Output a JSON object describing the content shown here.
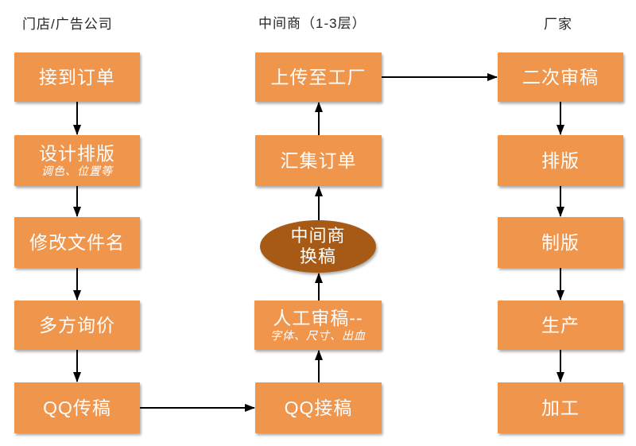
{
  "diagram": {
    "title_semantic": "print-order-workflow-flowchart",
    "colors": {
      "box_fill": "#F0954C",
      "ellipse_fill": "#A75A15",
      "node_text": "#FFFFFF",
      "header_text": "#262626",
      "arrow": "#000000",
      "background": "#FFFFFF"
    },
    "columns": [
      {
        "header": "门店/广告公司",
        "nodes": [
          {
            "label": "接到订单"
          },
          {
            "label": "设计排版",
            "sublabel": "调色、位置等"
          },
          {
            "label": "修改文件名"
          },
          {
            "label": "多方询价"
          },
          {
            "label": "QQ传稿"
          }
        ]
      },
      {
        "header": "中间商（1-3层）",
        "nodes": [
          {
            "label": "上传至工厂"
          },
          {
            "label": "汇集订单"
          },
          {
            "label": "中间商",
            "label2": "换稿",
            "shape": "ellipse"
          },
          {
            "label": "人工审稿--",
            "sublabel": "字体、尺寸、出血"
          },
          {
            "label": "QQ接稿"
          }
        ]
      },
      {
        "header": "厂家",
        "nodes": [
          {
            "label": "二次审稿"
          },
          {
            "label": "排版"
          },
          {
            "label": "制版"
          },
          {
            "label": "生产"
          },
          {
            "label": "加工"
          }
        ]
      }
    ],
    "flow_edges": [
      "接到订单→设计排版",
      "设计排版→修改文件名",
      "修改文件名→多方询价",
      "多方询价→QQ传稿",
      "QQ传稿→QQ接稿",
      "QQ接稿→人工审稿--",
      "人工审稿--→中间商换稿",
      "中间商换稿→汇集订单",
      "汇集订单→上传至工厂",
      "上传至工厂→二次审稿",
      "二次审稿→排版",
      "排版→制版",
      "制版→生产",
      "生产→加工"
    ]
  }
}
